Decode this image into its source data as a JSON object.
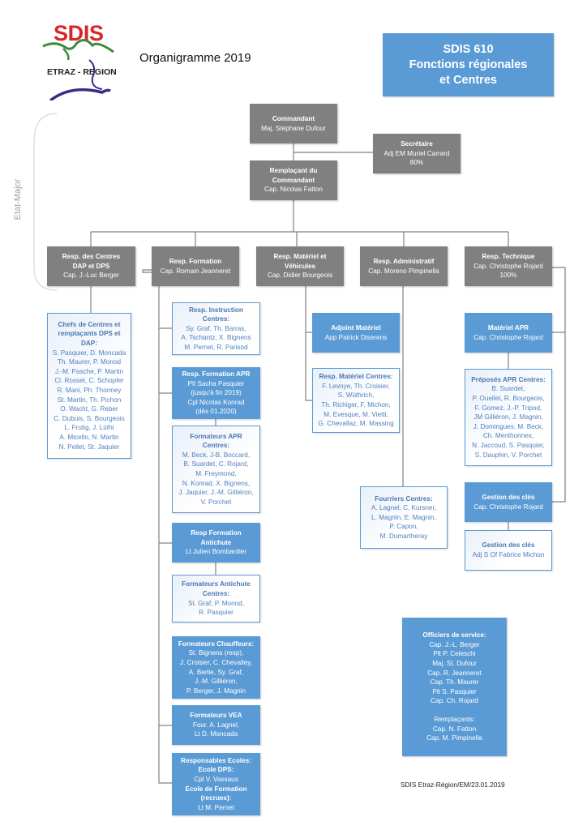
{
  "logo": {
    "text_top": "SDIS",
    "text_bottom": "ETRAZ - REGION"
  },
  "title": "Organigramme 2019",
  "header_box": {
    "lines": [
      "SDIS 610",
      "Fonctions régionales",
      "et Centres"
    ]
  },
  "etat_major_label": "Etat-Major",
  "commandant": {
    "role": "Commandant",
    "name": "Maj. Stéphane Dufour"
  },
  "secretaire": {
    "role": "Secrétaire",
    "name": "Adj EM Muriel Carrard",
    "rate": "80%"
  },
  "remplacant": {
    "role": "Remplaçant du Commandant",
    "name": "Cap. Nicolas Fatton"
  },
  "departments": [
    {
      "role": "Resp. des Centres DAP et DPS",
      "name": "Cap. J.-Luc Berger"
    },
    {
      "role": "Resp. Formation",
      "name": "Cap. Romain Jeanneret"
    },
    {
      "role": "Resp. Matériel et Véhicules",
      "name": "Cap. Didier Bourgeois"
    },
    {
      "role": "Resp. Administratif",
      "name": "Cap. Moreno Pimpinella"
    },
    {
      "role": "Resp. Technique",
      "name": "Cap. Christophe Rojard",
      "rate": "100%"
    }
  ],
  "centres": {
    "title": "Chefs de Centres et remplaçants DPS et DAP:",
    "members": [
      "S. Pasquier, D. Moncada",
      "Th. Maurer, P. Monod",
      "J.-M. Pasche, P. Martin",
      "Cl. Rosset, C. Schopfer",
      "R. Mani, Ph. Thonney",
      "St. Martin, Th. Pichon",
      "O. Wacht, G. Reber",
      "C. Dubuis, S. Bourgeois",
      "L. Frutig, J. Lüthi",
      "A. Micello, N. Martin",
      "N. Pellet, St. Jaquier"
    ]
  },
  "formation": [
    {
      "title": "Resp. Instruction Centres:",
      "lines": [
        "Sy. Graf, Th. Barras,",
        "A. Tschantz, X. Bignens",
        "M. Pernet, R. Parisod"
      ]
    },
    {
      "title": "Resp. Formation APR",
      "lines": [
        "Plt Sacha Pasquier",
        "(jusqu'à fin 2019)",
        "Cpl Nicolas Konrad",
        "(dès 01.2020)"
      ]
    },
    {
      "title": "Formateurs APR Centres:",
      "lines": [
        "M. Beck, J-B. Boccard,",
        "B. Suardet, C. Rojard,",
        "M. Freymond,",
        "N. Konrad, X. Bignens,",
        "J. Jaquier, J.-M. Gilliéron,",
        "V. Porchet"
      ]
    },
    {
      "title": "Resp Formation Antichute",
      "lines": [
        "Lt Julien Bombardier"
      ]
    },
    {
      "title": "Formateurs Antichute Centres:",
      "lines": [
        "St. Graf, P. Monod,",
        "R. Pasquier"
      ]
    },
    {
      "title": "Formateurs Chauffeurs:",
      "lines": [
        "St. Bignens (resp),",
        "J. Croisier, C. Chevalley,",
        "A. Berlie, Sy. Graf,",
        "J.-M. Gilliéron,",
        "P. Berger, J. Magnin"
      ]
    },
    {
      "title": "Formateurs VEA",
      "lines": [
        "Four. A. Lagnel,",
        "Lt D. Moncada"
      ]
    },
    {
      "title": "Responsables Ecoles:",
      "sub1": "Ecole DPS:",
      "line1": "Cpl V. Vassaux",
      "sub2": "Ecole de Formation (recrues):",
      "line2": "Lt M. Pernet"
    }
  ],
  "materiel": [
    {
      "title": "Adjoint Matériel",
      "lines": [
        "App Patrick Diserens"
      ]
    },
    {
      "title": "Resp. Matériel Centres:",
      "lines": [
        "F. Levoye, Th. Croisier,",
        "S. Wüthrich,",
        "Th. Richiger, F. Michon,",
        "M. Evesque, M. Vietti,",
        "G. Chevallaz, M. Massing"
      ]
    }
  ],
  "administratif": [
    {
      "title": "Fourriers Centres:",
      "lines": [
        "A. Lagnel, C. Kursner,",
        "L. Magnin, E. Magnin,",
        "P. Capon,",
        "M. Dumartheray"
      ]
    }
  ],
  "technique": [
    {
      "title": "Matériel  APR",
      "lines": [
        "Cap. Christophe Rojard"
      ]
    },
    {
      "title": "Préposés APR Centres:",
      "lines": [
        "B. Suardet,",
        "P. Ouellet, R. Bourgeois,",
        "F. Gomez, J.-P. Tripod,",
        "JM Gilliéron, J. Magnin,",
        "J. Domingues, M. Beck,",
        "Ch. Menthonnex,",
        "N. Jaccoud, S. Pasquier,",
        "S. Dauphin, V. Porchet"
      ]
    },
    {
      "title": "Gestion des clés",
      "lines": [
        "Cap. Christophe Rojard"
      ]
    },
    {
      "title": "Gestion des clés",
      "lines": [
        "Adj S Of Fabrice Michon"
      ]
    }
  ],
  "officiers": {
    "title": "Officiers de service:",
    "members": [
      "Cap. J.-L. Berger",
      "Plt P. Celeschi",
      "Maj. St. Dufour",
      "Cap. R. Jeanneret",
      "Cap. Th. Maurer",
      "Plt S. Pasquier",
      "Cap. Ch. Rojard"
    ],
    "remplacants_title": "Remplaçants:",
    "remplacants": [
      "Cap. N. Fatton",
      "Cap. M. Pimpinella"
    ]
  },
  "footer": "SDIS Etraz-Région/EM/23.01.2019",
  "colors": {
    "gray": "#808080",
    "blue": "#5b9bd5",
    "light_text": "#4f7fbe"
  }
}
